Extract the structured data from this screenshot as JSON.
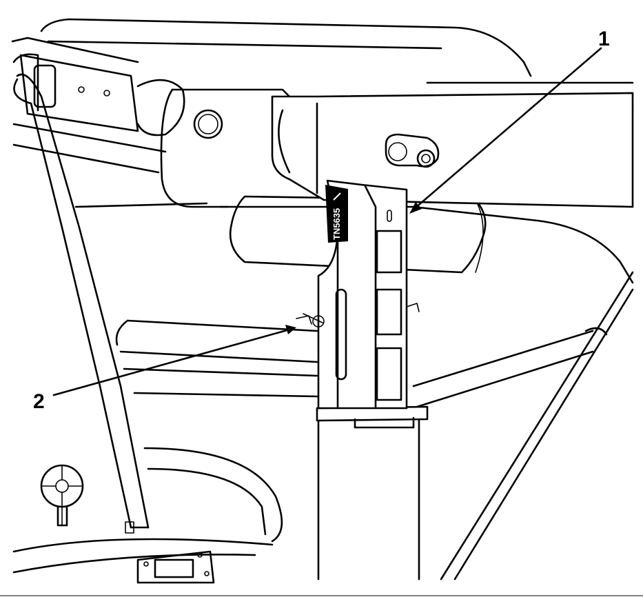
{
  "callouts": [
    {
      "id": "1",
      "label": "1"
    },
    {
      "id": "2",
      "label": "2"
    }
  ],
  "decal_text": "TN5635",
  "colors": {
    "line": "#000000",
    "background": "#ffffff"
  }
}
